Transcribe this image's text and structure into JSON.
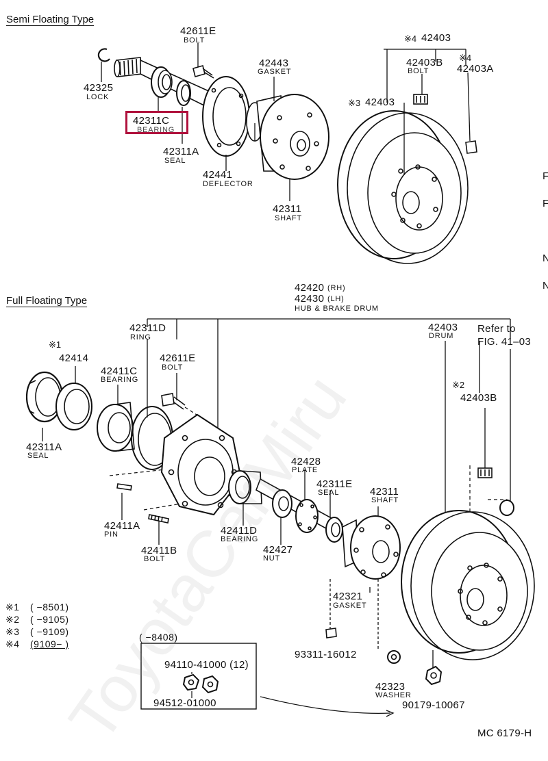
{
  "watermark": "ToyotaCarMiru",
  "semi_floating": {
    "title": "Semi Floating Type",
    "parts": [
      {
        "id": "42611E",
        "name": "BOLT"
      },
      {
        "id": "42325",
        "name": "LOCK"
      },
      {
        "id": "42311C",
        "name": "BEARING"
      },
      {
        "id": "42311A",
        "name": "SEAL"
      },
      {
        "id": "42443",
        "name": "GASKET"
      },
      {
        "id": "42441",
        "name": "DEFLECTOR"
      },
      {
        "id": "42311",
        "name": "SHAFT"
      },
      {
        "id": "42403",
        "mark": "※4"
      },
      {
        "id": "42403B",
        "name": "BOLT"
      },
      {
        "id": "42403A",
        "mark": "※4"
      },
      {
        "id": "42403",
        "mark": "※3"
      }
    ]
  },
  "full_floating": {
    "title": "Full Floating Type",
    "hub": {
      "id1": "42420",
      "suffix1": "(RH)",
      "id2": "42430",
      "suffix2": "(LH)",
      "name": "HUB & BRAKE DRUM"
    },
    "parts": [
      {
        "id": "42311D",
        "name": "RING"
      },
      {
        "id": "42414",
        "mark": "※1"
      },
      {
        "id": "42411C",
        "name": "BEARING"
      },
      {
        "id": "42611E",
        "name": "BOLT"
      },
      {
        "id": "42311A",
        "name": "SEAL"
      },
      {
        "id": "42411A",
        "name": "PIN"
      },
      {
        "id": "42411B",
        "name": "BOLT"
      },
      {
        "id": "42411D",
        "name": "BEARING"
      },
      {
        "id": "42428",
        "name": "PLATE"
      },
      {
        "id": "42311E",
        "name": "SEAL"
      },
      {
        "id": "42311",
        "name": "SHAFT"
      },
      {
        "id": "42427",
        "name": "NUT"
      },
      {
        "id": "42321",
        "name": "GASKET"
      },
      {
        "id": "42403",
        "name": "DRUM"
      },
      {
        "id": "42403B",
        "mark": "※2"
      },
      {
        "id": "93311-16012"
      },
      {
        "id": "42323",
        "name": "WASHER"
      },
      {
        "id": "90179-10067"
      }
    ],
    "refer": {
      "line1": "Refer to",
      "line2": "FIG. 41–03"
    }
  },
  "legend": [
    {
      "mark": "※1",
      "range": "(        −8501)"
    },
    {
      "mark": "※2",
      "range": "(        −9105)"
    },
    {
      "mark": "※3",
      "range": "(        −9109)"
    },
    {
      "mark": "※4",
      "range": "(9109−        )"
    }
  ],
  "inset": {
    "range": "(        −8408)",
    "part1": "94110-41000 (12)",
    "part2": "94512-01000"
  },
  "edge_letters": [
    "F",
    "F",
    "N",
    "N"
  ],
  "figure_code": "MC 6179-H"
}
